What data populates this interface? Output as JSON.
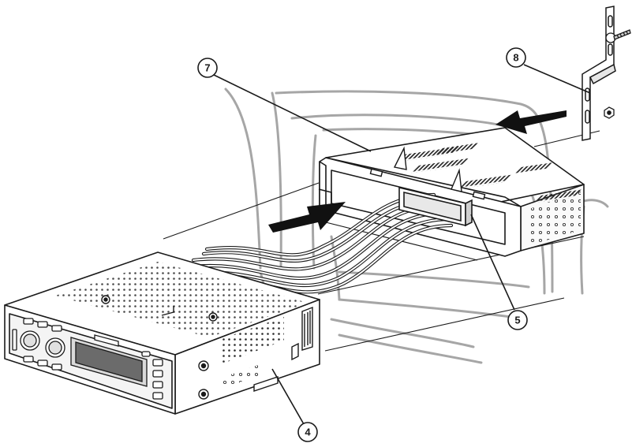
{
  "figure": {
    "callouts": [
      {
        "id": "c4",
        "label": "4"
      },
      {
        "id": "c5",
        "label": "5"
      },
      {
        "id": "c7",
        "label": "7"
      },
      {
        "id": "c8",
        "label": "8"
      }
    ],
    "colors": {
      "line": "#1a1a1a",
      "harness_ghost": "#a6a6a6",
      "vent": "#2a2a2a",
      "arrow": "#111111"
    }
  }
}
